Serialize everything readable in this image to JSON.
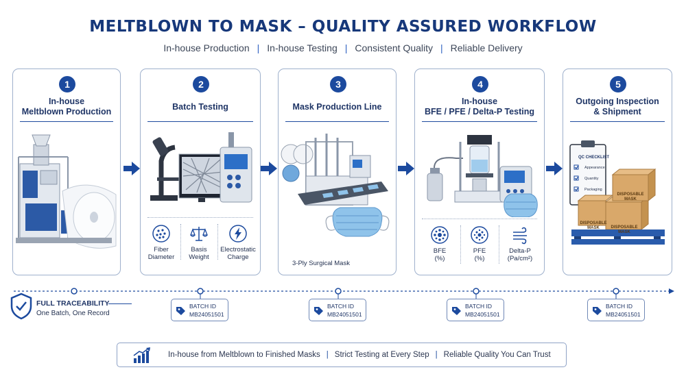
{
  "header": {
    "title": "MELTBLOWN TO MASK – QUALITY ASSURED WORKFLOW",
    "subtitle_items": [
      "In-house Production",
      "In-house Testing",
      "Consistent Quality",
      "Reliable Delivery"
    ],
    "separator": "|"
  },
  "steps": [
    {
      "number": "1",
      "title_line1": "In-house",
      "title_line2": "Meltblown Production"
    },
    {
      "number": "2",
      "title_line1": "Batch Testing",
      "title_line2": "",
      "features": [
        {
          "icon": "fiber-diameter-icon",
          "line1": "Fiber",
          "line2": "Diameter"
        },
        {
          "icon": "balance-scale-icon",
          "line1": "Basis",
          "line2": "Weight"
        },
        {
          "icon": "lightning-icon",
          "line1": "Electrostatic",
          "line2": "Charge"
        }
      ]
    },
    {
      "number": "3",
      "title_line1": "Mask Production Line",
      "title_line2": "",
      "caption": "3-Ply Surgical Mask"
    },
    {
      "number": "4",
      "title_line1": "In-house",
      "title_line2": "BFE / PFE / Delta-P Testing",
      "features": [
        {
          "icon": "bfe-icon",
          "line1": "BFE",
          "line2": "(%)"
        },
        {
          "icon": "pfe-icon",
          "line1": "PFE",
          "line2": "(%)"
        },
        {
          "icon": "airflow-icon",
          "line1": "Delta-P",
          "line2": "(Pa/cm²)"
        }
      ]
    },
    {
      "number": "5",
      "title_line1": "Outgoing Inspection",
      "title_line2": "& Shipment",
      "checklist": {
        "title": "QC CHECKLIST",
        "items": [
          "Appearance",
          "Quantity",
          "Packaging"
        ]
      },
      "box_label_line1": "DISPOSABLE",
      "box_label_line2": "MASK"
    }
  ],
  "traceability": {
    "title": "FULL TRACEABILITY",
    "subtitle": "One Batch, One Record"
  },
  "batches": [
    {
      "label": "BATCH ID",
      "value": "MB24051501"
    },
    {
      "label": "BATCH ID",
      "value": "MB24051501"
    },
    {
      "label": "BATCH ID",
      "value": "MB24051501"
    },
    {
      "label": "BATCH ID",
      "value": "MB24051501"
    }
  ],
  "footer": {
    "items": [
      "In-house from Meltblown to Finished Masks",
      "Strict Testing at Every Step",
      "Reliable Quality You Can Trust"
    ],
    "separator": "|"
  },
  "colors": {
    "primary": "#1c4a9e",
    "title": "#17387a",
    "card_border": "#9eb0cc",
    "mask_blue": "#8fc3ea",
    "box": "#d9a86a",
    "pallet": "#2a5cac"
  }
}
